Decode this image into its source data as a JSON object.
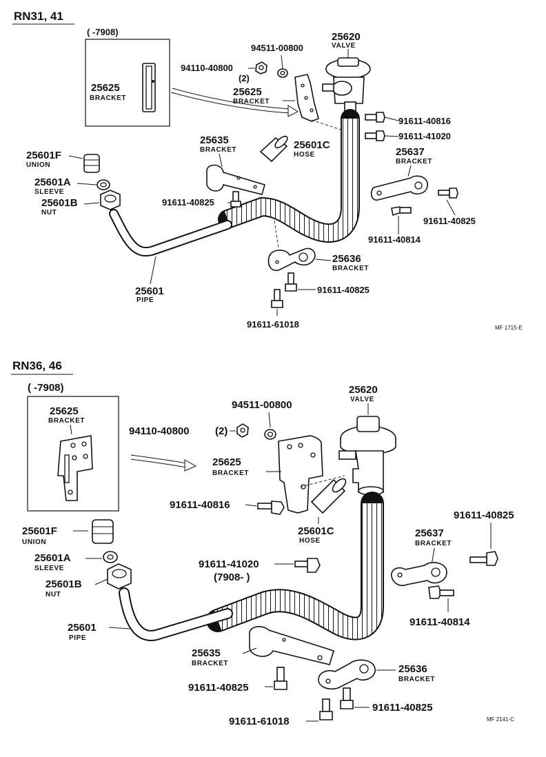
{
  "sections": [
    {
      "heading": "RN31, 41",
      "inset_range": "(      -7908)",
      "figure_code": "MF 1715-E",
      "labels": {
        "valve_num": "25620",
        "valve_word": "VALVE",
        "nut_num": "94511-00800",
        "washer_num": "94110-40800",
        "washer_qty": "(2)",
        "bracket_25625_num": "25625",
        "bracket_25625_word": "BRACKET",
        "inset_bracket_num": "25625",
        "inset_bracket_word": "BRACKET",
        "bolt_40816": "91611-40816",
        "bolt_41020": "91611-41020",
        "hose_num": "25601C",
        "hose_word": "HOSE",
        "bracket_25635_num": "25635",
        "bracket_25635_word": "BRACKET",
        "bracket_25637_num": "25637",
        "bracket_25637_word": "BRACKET",
        "union_num": "25601F",
        "union_word": "UNION",
        "sleeve_num": "25601A",
        "sleeve_word": "SLEEVE",
        "nut_25601b_num": "25601B",
        "nut_25601b_word": "NUT",
        "bolt_40825_a": "91611-40825",
        "bolt_40825_b": "91611-40825",
        "bolt_40814": "91611-40814",
        "bracket_25636_num": "25636",
        "bracket_25636_word": "BRACKET",
        "bolt_40825_c": "91611-40825",
        "pipe_num": "25601",
        "pipe_word": "PIPE",
        "bolt_61018": "91611-61018"
      }
    },
    {
      "heading": "RN36, 46",
      "inset_range": "(      -7908)",
      "figure_code": "MF 2141-C",
      "labels": {
        "valve_num": "25620",
        "valve_word": "VALVE",
        "nut_num": "94511-00800",
        "washer_num": "94110-40800",
        "washer_qty": "(2)",
        "inset_bracket_num": "25625",
        "inset_bracket_word": "BRACKET",
        "bracket_25625_num": "25625",
        "bracket_25625_word": "BRACKET",
        "bolt_40816": "91611-40816",
        "hose_num": "25601C",
        "hose_word": "HOSE",
        "bolt_40825_a": "91611-40825",
        "bracket_25637_num": "25637",
        "bracket_25637_word": "BRACKET",
        "union_num": "25601F",
        "union_word": "UNION",
        "sleeve_num": "25601A",
        "sleeve_word": "SLEEVE",
        "bolt_41020": "91611-41020",
        "bolt_41020_note": "(7908-          )",
        "nut_25601b_num": "25601B",
        "nut_25601b_word": "NUT",
        "bolt_40814": "91611-40814",
        "pipe_num": "25601",
        "pipe_word": "PIPE",
        "bracket_25635_num": "25635",
        "bracket_25635_word": "BRACKET",
        "bracket_25636_num": "25636",
        "bracket_25636_word": "BRACKET",
        "bolt_40825_b": "91611-40825",
        "bolt_40825_c": "91611-40825",
        "bolt_61018": "91611-61018"
      }
    }
  ]
}
